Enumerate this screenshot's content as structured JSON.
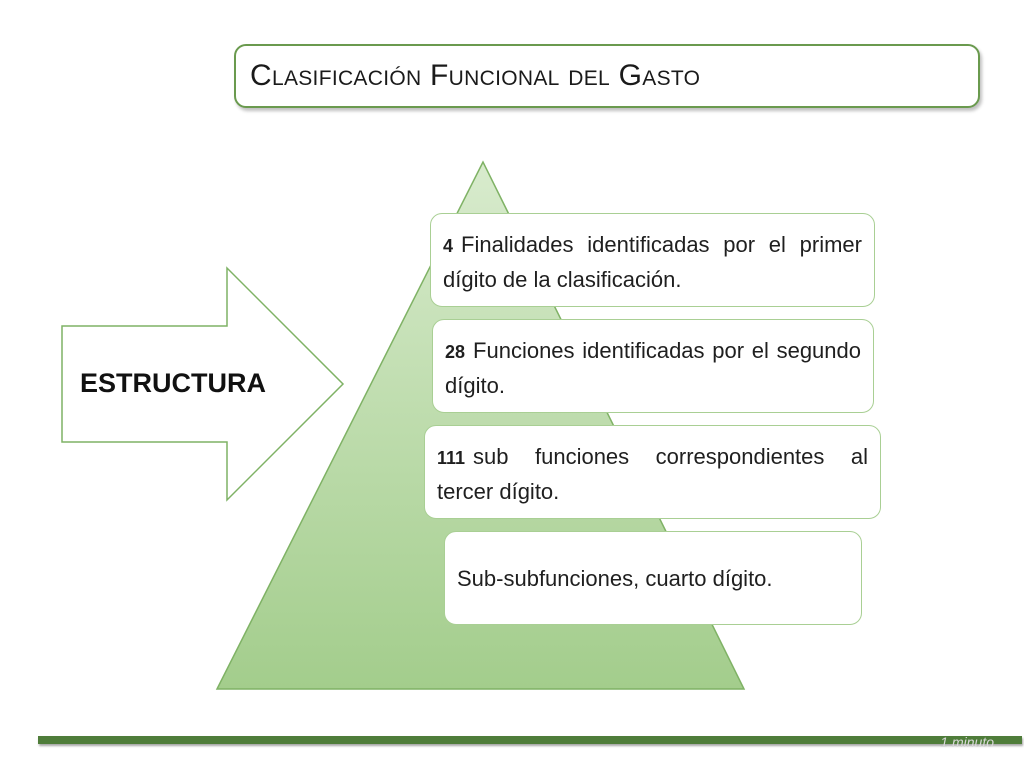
{
  "title": "Clasificación Funcional del Gasto",
  "arrow": {
    "label": "ESTRUCTURA"
  },
  "levels": [
    {
      "number": "4",
      "text": "Finalidades identificadas por el primer dígito de la clasificación."
    },
    {
      "number": "28",
      "text": "Funciones identificadas por el segundo dígito."
    },
    {
      "number": "111",
      "text": "sub funciones correspondientes al tercer dígito."
    },
    {
      "number": "",
      "text": "Sub-subfunciones, cuarto dígito."
    }
  ],
  "footer": {
    "note": "1 minuto"
  },
  "colors": {
    "pyramid_top": "#d8ebcd",
    "pyramid_bottom": "#a3cd8c",
    "pyramid_border": "#7fb265",
    "accent_dark": "#4f7d3a",
    "card_border": "#a9cf94"
  }
}
